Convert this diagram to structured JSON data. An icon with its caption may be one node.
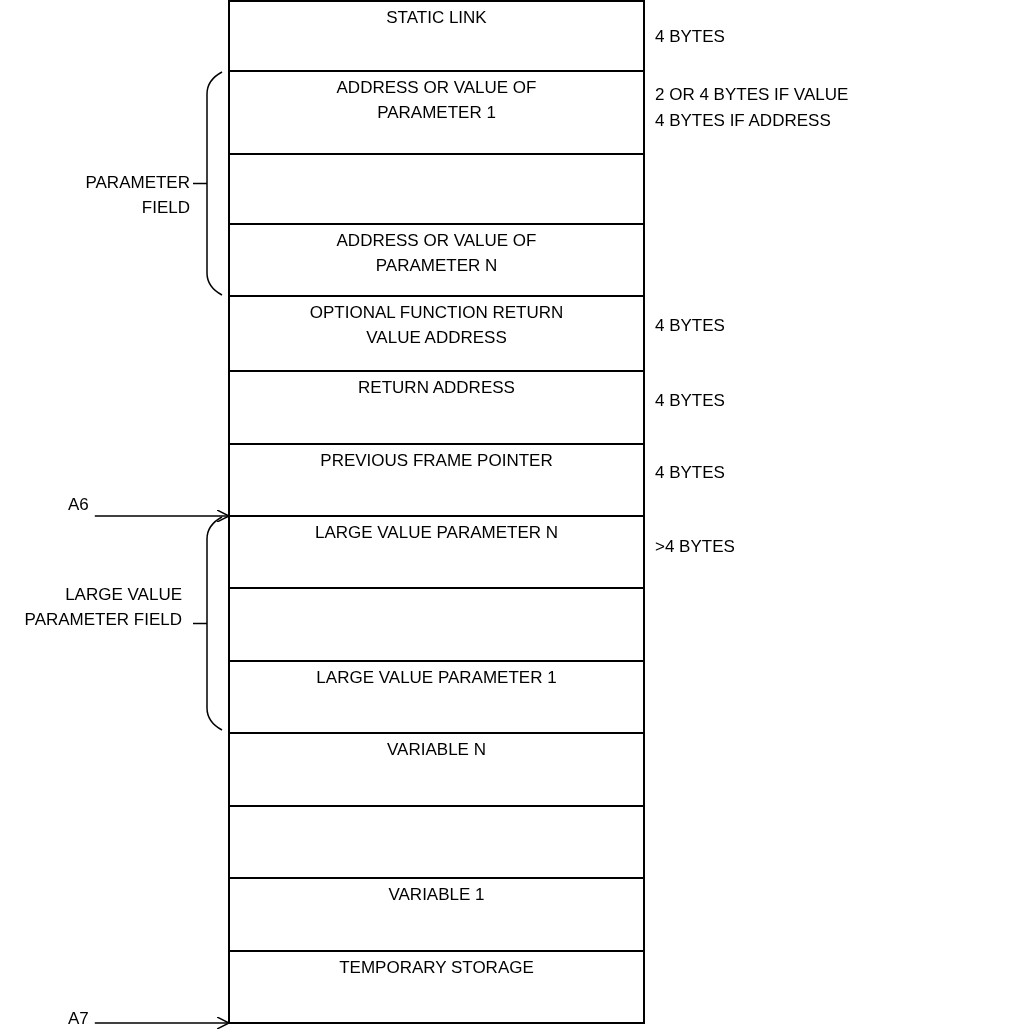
{
  "diagram": {
    "nodes": [
      {
        "text": [
          "STATIC LINK"
        ],
        "beside": [
          "4 BYTES"
        ]
      },
      {
        "text": [
          "ADDRESS OR VALUE OF PARAMETER 1"
        ],
        "beside": [
          "2 OR 4 BYTES IF VALUE",
          "4 BYTES IF ADDRESS"
        ]
      },
      {
        "text": [],
        "shape": "box"
      },
      {
        "text": [
          "ADDRESS OR VALUE OF PARAMETER N"
        ]
      },
      {
        "text": [
          "OPTIONAL FUNCTION RETURN VALUE ADDRESS"
        ],
        "beside": [
          "4 BYTES"
        ]
      },
      {
        "text": [
          "RETURN ADDRESS"
        ],
        "beside": [
          "4 BYTES"
        ]
      },
      {
        "text": [
          "PREVIOUS FRAME POINTER"
        ],
        "beside": [
          "4 BYTES"
        ]
      },
      {
        "text": [
          "LARGE VALUE PARAMETER N"
        ],
        "beside": [
          ">4 BYTES"
        ]
      },
      {
        "text": [],
        "shape": "box"
      },
      {
        "text": [
          "LARGE VALUE PARAMETER 1"
        ]
      },
      {
        "text": [
          "VARIABLE N"
        ]
      },
      {
        "text": [],
        "shape": "box"
      },
      {
        "text": [
          "VARIABLE 1"
        ]
      },
      {
        "text": [
          "TEMPORARY STORAGE"
        ]
      },
      {
        "text": [
          "A6"
        ]
      },
      {
        "text": [
          "A7"
        ]
      }
    ],
    "edges": [
      {
        "from": 14,
        "to": 6,
        "arrow": "to"
      },
      {
        "from": 15,
        "to": 13,
        "arrow": "to"
      }
    ],
    "labels": [
      "PARAMETER FIELD",
      "LARGE VALUE PARAMETER FIELD"
    ]
  }
}
